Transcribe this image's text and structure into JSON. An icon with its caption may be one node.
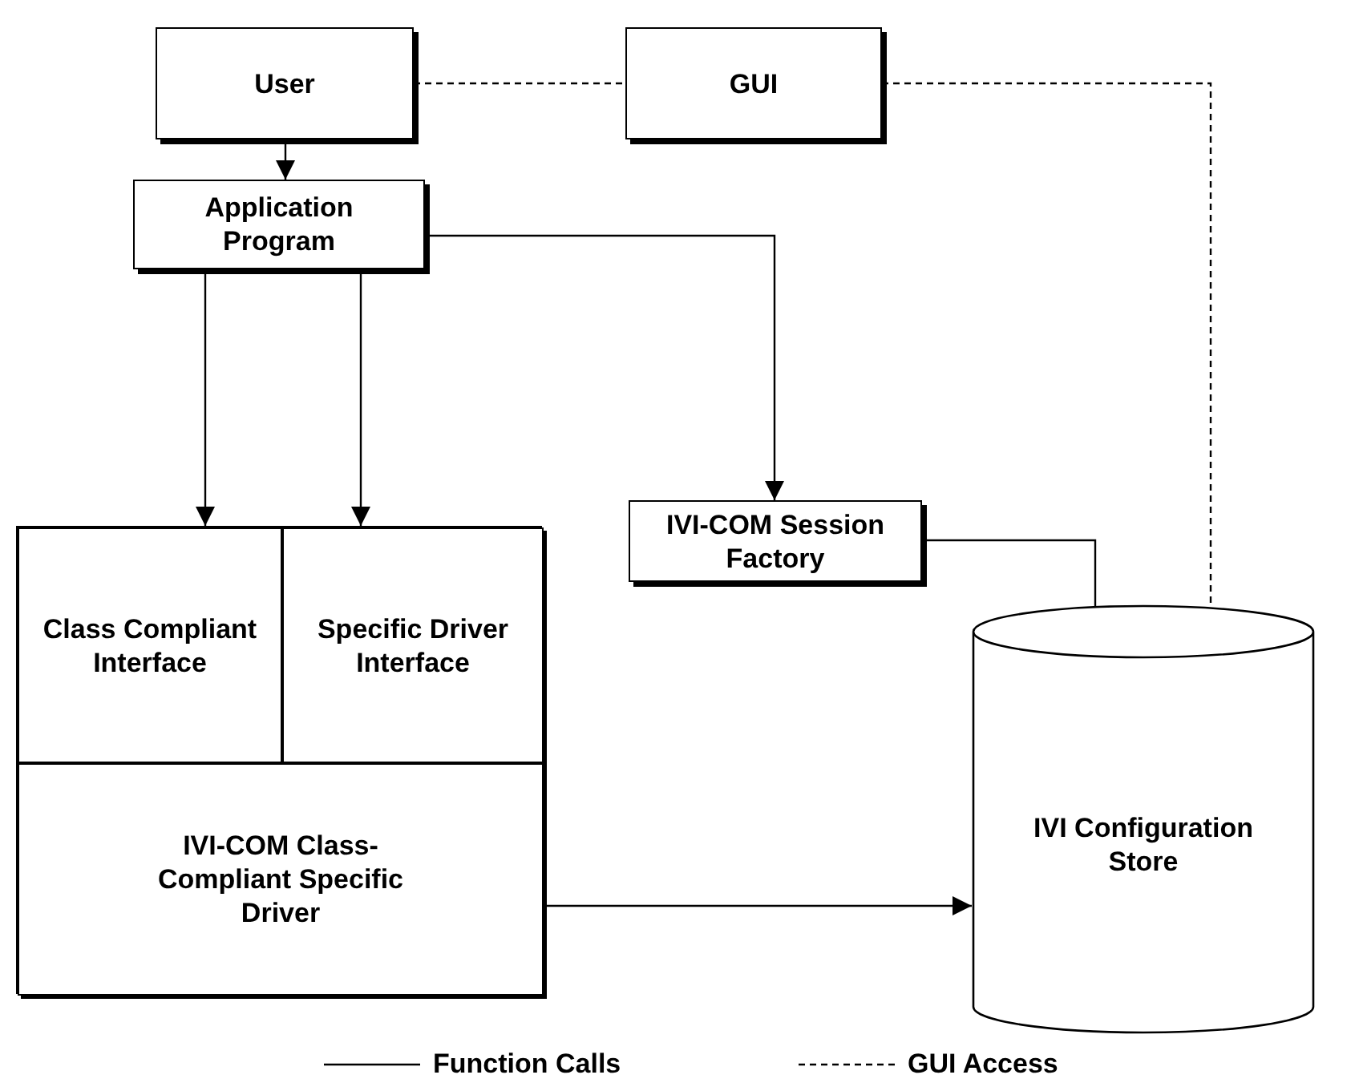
{
  "diagram": {
    "nodes": [
      {
        "text": [
          "User"
        ]
      },
      {
        "text": [
          "GUI"
        ]
      },
      {
        "text": [
          "Application Program"
        ]
      },
      {
        "text": [
          "IVI-COM Session Factory"
        ]
      },
      {
        "text": [],
        "shape": "box"
      },
      {
        "text": [
          "Class Compliant Interface"
        ],
        "in": 4
      },
      {
        "text": [
          "Specific Driver Interface"
        ],
        "in": 4
      },
      {
        "text": [
          "IVI-COM Class-Compliant Specific Driver"
        ],
        "in": 4
      },
      {
        "text": [
          "IVI Configuration Store"
        ]
      }
    ],
    "edges": [
      {
        "from": 0,
        "to": 2,
        "arrow": "to"
      },
      {
        "from": 0,
        "to": 1,
        "arrow": "none",
        "style": "dashed"
      },
      {
        "from": 1,
        "to": 8,
        "arrow": "to",
        "style": "dashed"
      },
      {
        "from": 2,
        "to": 5,
        "arrow": "to"
      },
      {
        "from": 2,
        "to": 6,
        "arrow": "to"
      },
      {
        "from": 2,
        "to": 3,
        "arrow": "to"
      },
      {
        "from": 3,
        "to": 8,
        "arrow": "to"
      },
      {
        "from": 7,
        "to": 8,
        "arrow": "to"
      }
    ],
    "legend": [
      {
        "text": "Function Calls"
      },
      {
        "text": "GUI Access"
      }
    ]
  }
}
